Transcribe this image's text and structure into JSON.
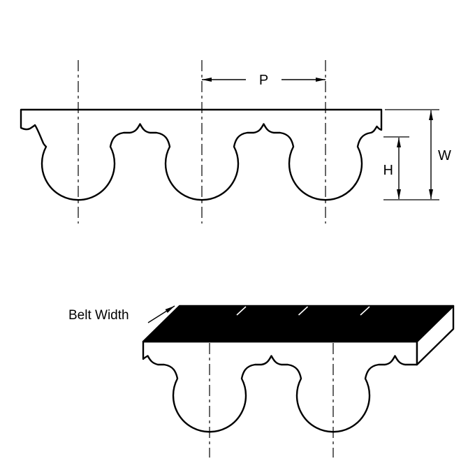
{
  "diagram": {
    "labels": {
      "pitch": "P",
      "overall_height": "W",
      "tooth_height": "H",
      "belt_width": "Belt Width"
    },
    "colors": {
      "line": "#000000",
      "belt_fill": "#ffffff",
      "top_surface_fill": "#000000",
      "background": "#ffffff"
    },
    "views": {
      "profile": {
        "teeth_count": 3
      },
      "isometric": {
        "teeth_count": 2
      }
    }
  }
}
